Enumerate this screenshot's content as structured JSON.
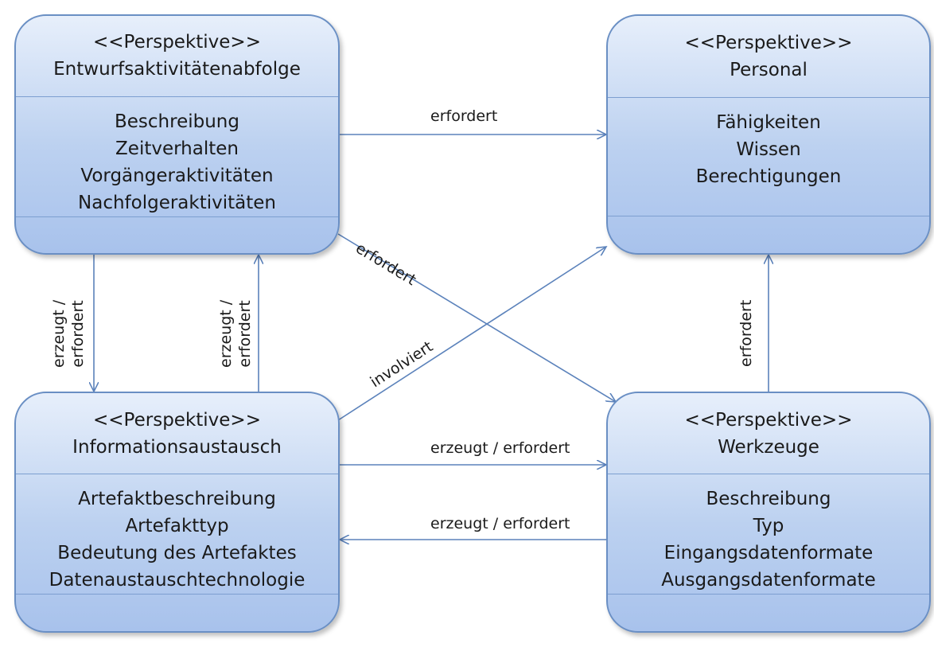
{
  "boxes": {
    "entwurf": {
      "stereotype": "<<Perspektive>>",
      "name": "Entwurfsaktivitätenabfolge",
      "attributes": [
        "Beschreibung",
        "Zeitverhalten",
        "Vorgängeraktivitäten",
        "Nachfolgeraktivitäten"
      ]
    },
    "personal": {
      "stereotype": "<<Perspektive>>",
      "name": "Personal",
      "attributes": [
        "Fähigkeiten",
        "Wissen",
        "Berechtigungen"
      ]
    },
    "info": {
      "stereotype": "<<Perspektive>>",
      "name": "Informationsaustausch",
      "attributes": [
        "Artefaktbeschreibung",
        "Artefakttyp",
        "Bedeutung des Artefaktes",
        "Datenaustauschtechnologie"
      ]
    },
    "werkzeuge": {
      "stereotype": "<<Perspektive>>",
      "name": "Werkzeuge",
      "attributes": [
        "Beschreibung",
        "Typ",
        "Eingangsdatenformate",
        "Ausgangsdatenformate"
      ]
    }
  },
  "edges": {
    "entwurf_personal": "erfordert",
    "entwurf_werkzeuge": "erfordert",
    "info_personal": "involviert",
    "werkzeuge_personal": "erfordert",
    "info_werkzeuge": "erzeugt / erfordert",
    "werkzeuge_info": "erzeugt / erfordert",
    "entwurf_info": {
      "line1": "erzeugt /",
      "line2": "erfordert"
    },
    "info_entwurf": {
      "line1": "erzeugt /",
      "line2": "erfordert"
    }
  },
  "colors": {
    "border": "#6a8fc4",
    "arrow": "#5b82bb"
  }
}
